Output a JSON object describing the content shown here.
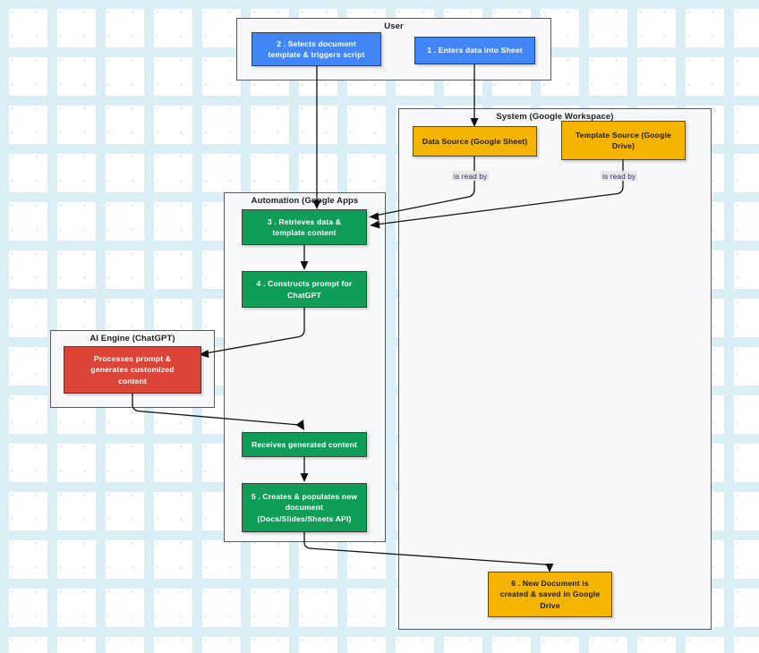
{
  "diagram": {
    "type": "flowchart",
    "title": "Google Workspace + ChatGPT document automation flow",
    "background": {
      "pattern_name": "plus-dot-grid",
      "base_color": "#ffffff",
      "mark_color": "#d9eff5"
    },
    "palette": {
      "blue": "#4285f4",
      "orange": "#f4b400",
      "green": "#0f9d58",
      "red": "#db4437",
      "subgraph_fill": "#f7f8f9",
      "subgraph_border": "#5a5a5a",
      "edge_stroke": "#111111",
      "edge_label_bg": "#e8e8e8"
    },
    "subgraphs": [
      {
        "id": "user",
        "label": "User"
      },
      {
        "id": "system",
        "label": "System (Google Workspace)"
      },
      {
        "id": "automation",
        "label": "Automation (Google Apps"
      },
      {
        "id": "ai",
        "label": "AI Engine (ChatGPT)"
      }
    ],
    "nodes": [
      {
        "id": "n1",
        "label": "1 . Enters data into Sheet",
        "color": "blue",
        "group": "user"
      },
      {
        "id": "n2",
        "label": "2 . Selects document\ntemplate & triggers script",
        "color": "blue",
        "group": "user"
      },
      {
        "id": "n3",
        "label": "Data Source (Google Sheet)",
        "color": "orange",
        "group": "system"
      },
      {
        "id": "n4",
        "label": "Template Source (Google\nDrive)",
        "color": "orange",
        "group": "system"
      },
      {
        "id": "n5",
        "label": "3 . Retrieves data &\ntemplate content",
        "color": "green",
        "group": "automation"
      },
      {
        "id": "n6",
        "label": "4 . Constructs prompt for\nChatGPT",
        "color": "green",
        "group": "automation"
      },
      {
        "id": "n7",
        "label": "Processes prompt &\ngenerates customized\ncontent",
        "color": "red",
        "group": "ai"
      },
      {
        "id": "n8",
        "label": "Receives generated content",
        "color": "green",
        "group": "automation"
      },
      {
        "id": "n9",
        "label": "5 . Creates & populates new\ndocument\n(Docs/Slides/Sheets API)",
        "color": "green",
        "group": "automation"
      },
      {
        "id": "n10",
        "label": "6 . New Document is\ncreated & saved in Google\nDrive",
        "color": "orange",
        "group": "system"
      }
    ],
    "edges": [
      {
        "from": "n1",
        "to": "n3",
        "label": ""
      },
      {
        "from": "n2",
        "to": "n5",
        "label": ""
      },
      {
        "from": "n3",
        "to": "n5",
        "label": "is read by"
      },
      {
        "from": "n4",
        "to": "n5",
        "label": "is read by"
      },
      {
        "from": "n5",
        "to": "n6",
        "label": ""
      },
      {
        "from": "n6",
        "to": "n7",
        "label": ""
      },
      {
        "from": "n7",
        "to": "n8",
        "label": ""
      },
      {
        "from": "n8",
        "to": "n9",
        "label": ""
      },
      {
        "from": "n9",
        "to": "n10",
        "label": ""
      }
    ],
    "edge_labels": [
      {
        "id": "el1",
        "text": "is read by"
      },
      {
        "id": "el2",
        "text": "is read by"
      }
    ]
  }
}
